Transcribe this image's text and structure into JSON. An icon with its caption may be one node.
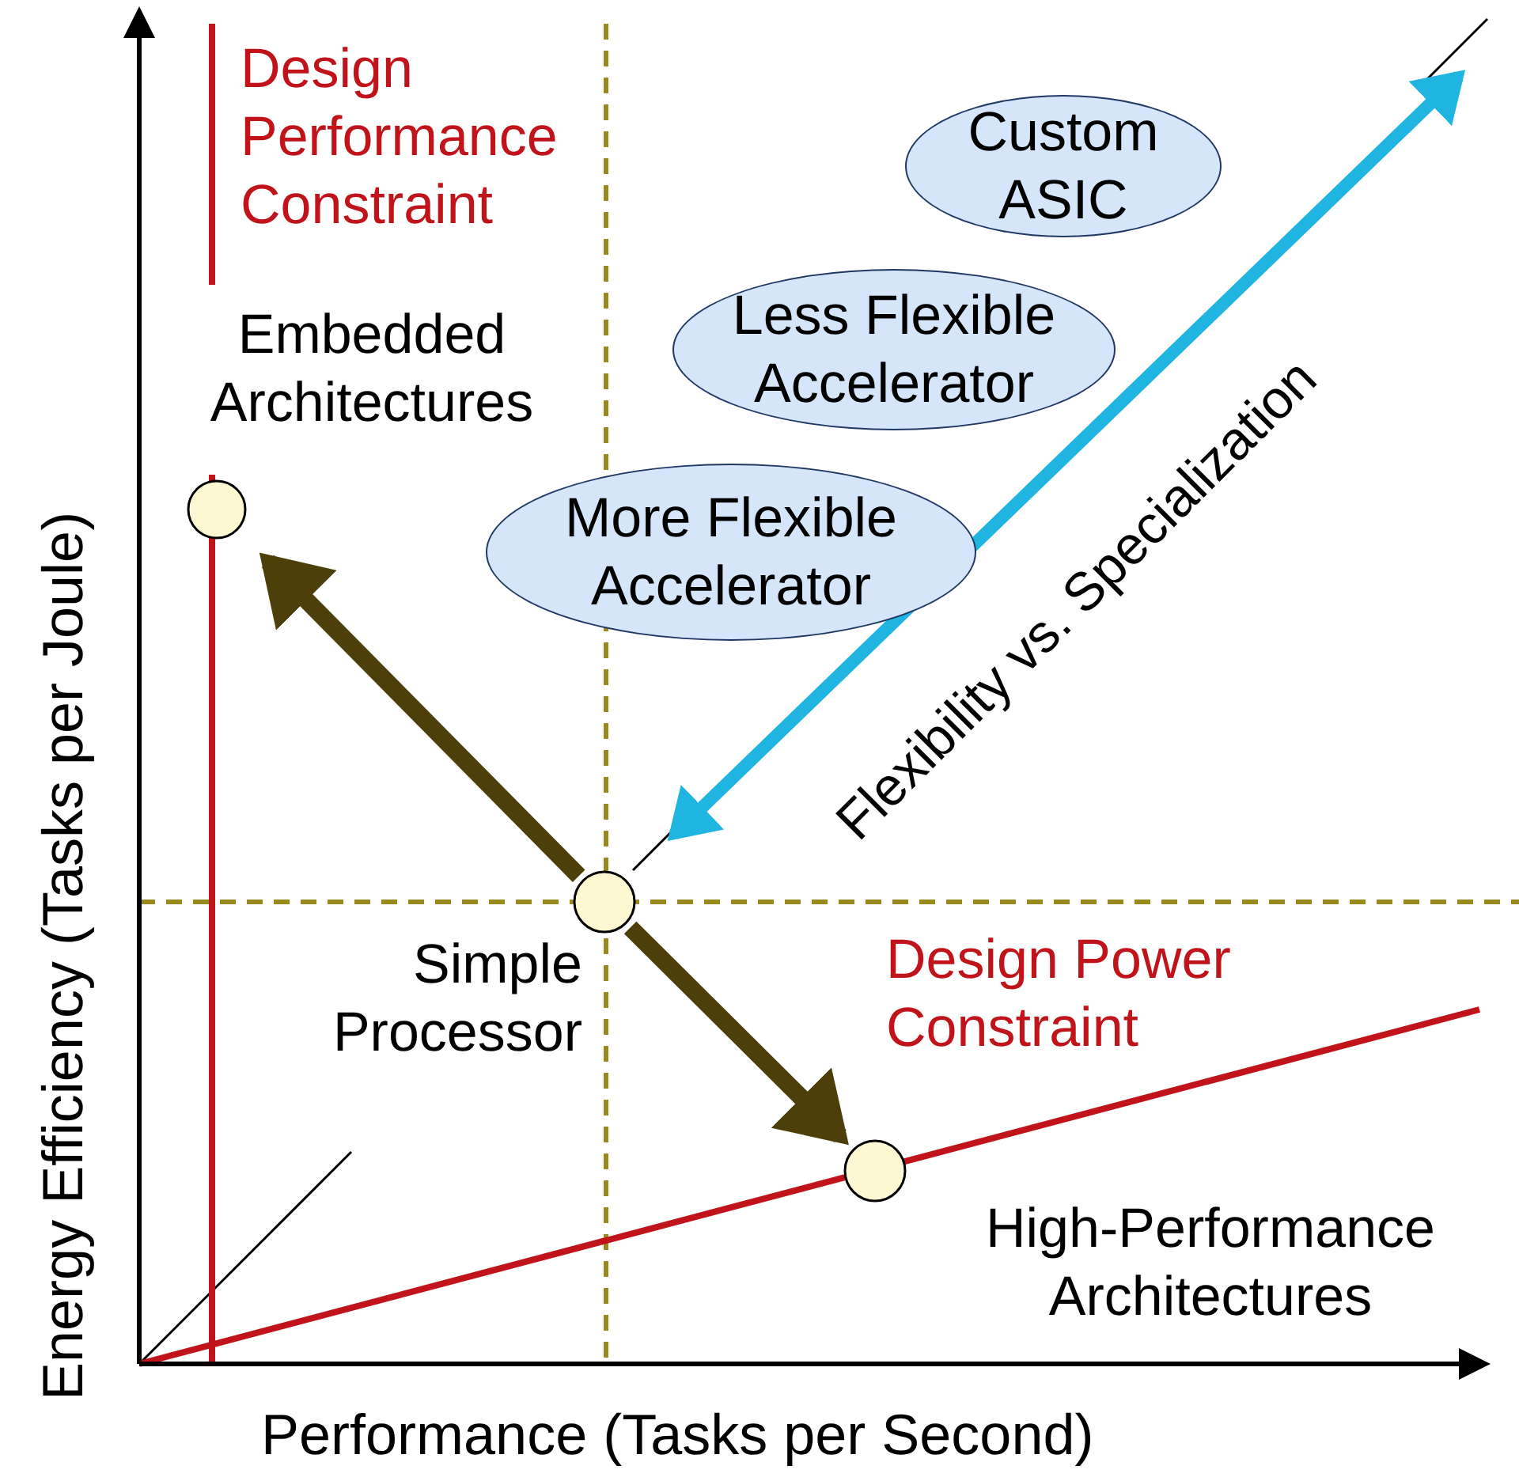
{
  "diagram": {
    "nodes": [
      {
        "text": [
          "Custom ASIC"
        ]
      },
      {
        "text": [
          "Less Flexible Accelerator"
        ]
      },
      {
        "text": [
          "More Flexible Accelerator"
        ]
      },
      {
        "text": [],
        "shape": "circle",
        "beside": [
          "Embedded Architectures"
        ]
      },
      {
        "text": [],
        "shape": "circle",
        "beside": [
          "Simple Processor"
        ]
      },
      {
        "text": [],
        "shape": "circle",
        "beside": [
          "High-Performance Architectures"
        ]
      }
    ],
    "edges": [
      {
        "from": 4,
        "to": 3,
        "arrow": "to",
        "color": "#4d3f0a"
      },
      {
        "from": 4,
        "to": 5,
        "arrow": "to",
        "color": "#4d3f0a"
      },
      {
        "from": 4,
        "to": null,
        "arrow": "both",
        "label": "Flexibility vs. Specialization",
        "color": "#1fb5e0"
      }
    ],
    "labels": [
      "Design Performance Constraint",
      "Design Power Constraint",
      "Energy Efficiency (Tasks per Joule)",
      "Performance (Tasks per Second)"
    ]
  }
}
